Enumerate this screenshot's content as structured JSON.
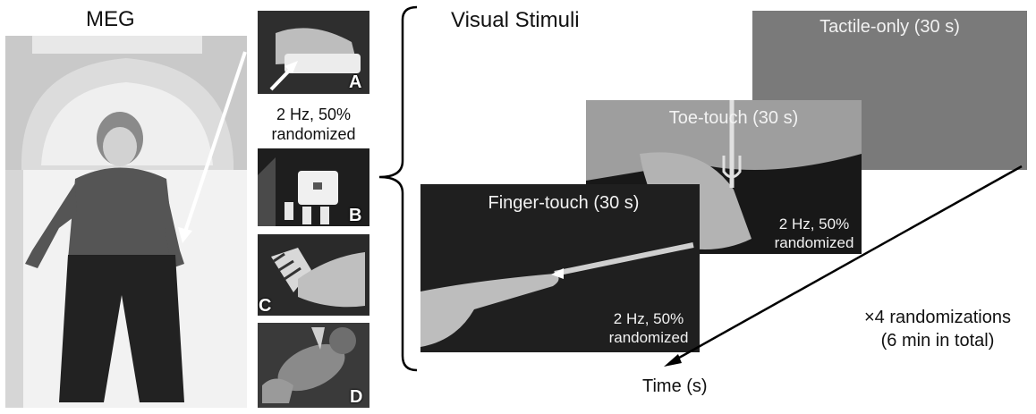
{
  "left": {
    "meg_label": "MEG",
    "stim_label_line1": "2 Hz, 50%",
    "stim_label_line2": "randomized",
    "thumbnails": [
      {
        "letter": "A",
        "icon": "tactile-stimulator-photo"
      },
      {
        "letter": "B",
        "icon": "stimulator-on-sock-photo"
      },
      {
        "letter": "C",
        "icon": "child-foot-photo"
      },
      {
        "letter": "D",
        "icon": "toy-doll-photo"
      }
    ]
  },
  "right": {
    "title": "Visual Stimuli",
    "panels": {
      "tactile": {
        "caption": "Tactile-only (30 s)"
      },
      "toe": {
        "caption": "Toe-touch (30 s)",
        "note_line1": "2 Hz, 50%",
        "note_line2": "randomized"
      },
      "finger": {
        "caption": "Finger-touch (30 s)",
        "note_line1": "2 Hz, 50%",
        "note_line2": "randomized"
      }
    },
    "repeat_line1": "×4 randomizations",
    "repeat_line2": "(6 min in total)",
    "time_axis_label": "Time (s)"
  },
  "colors": {
    "tactile_panel": "#7a7a7a",
    "photo_dark": "#2b2b2b",
    "arrow": "#000000"
  }
}
